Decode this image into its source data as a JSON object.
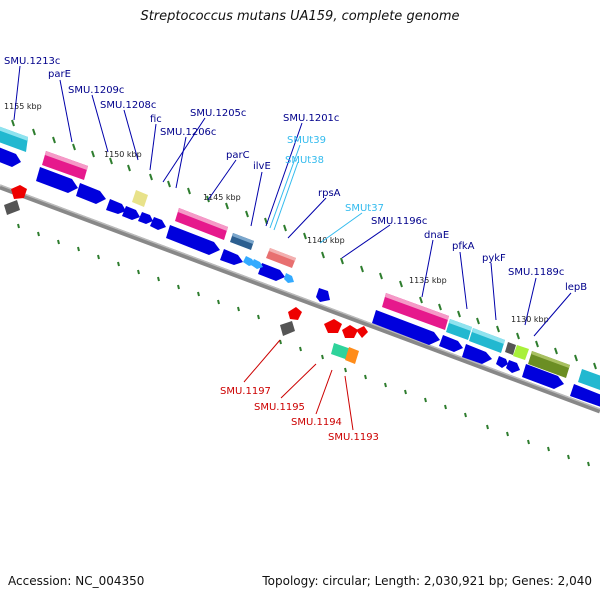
{
  "title": "Streptococcus mutans UA159, complete genome",
  "accession": "Accession: NC_004350",
  "topology": "Topology: circular; Length: 2,030,921 bp; Genes: 2,040",
  "colors": {
    "backbone": "#777777",
    "ticks": "#2e7d2e",
    "label_forward": "#00008b",
    "label_rna": "#33bbee",
    "label_reverse": "#cc0000",
    "cds_forward": "#0000dd",
    "cds_reverse": "#ee0000"
  },
  "scale_labels": [
    "1155 kbp",
    "1150 kbp",
    "1145 kbp",
    "1140 kbp",
    "1135 kbp",
    "1130 kbp"
  ],
  "gene_labels": [
    "SMU.1213c",
    "parE",
    "SMU.1209c",
    "SMU.1208c",
    "fic",
    "SMU.1205c",
    "SMU.1206c",
    "parC",
    "ilvE",
    "SMU.1201c",
    "SMUt39",
    "SMUt38",
    "rpsA",
    "SMUt37",
    "SMU.1196c",
    "dnaE",
    "pfkA",
    "pykF",
    "SMU.1189c",
    "lepB",
    "SMU.1197",
    "SMU.1195",
    "SMU.1194",
    "SMU.1193"
  ]
}
